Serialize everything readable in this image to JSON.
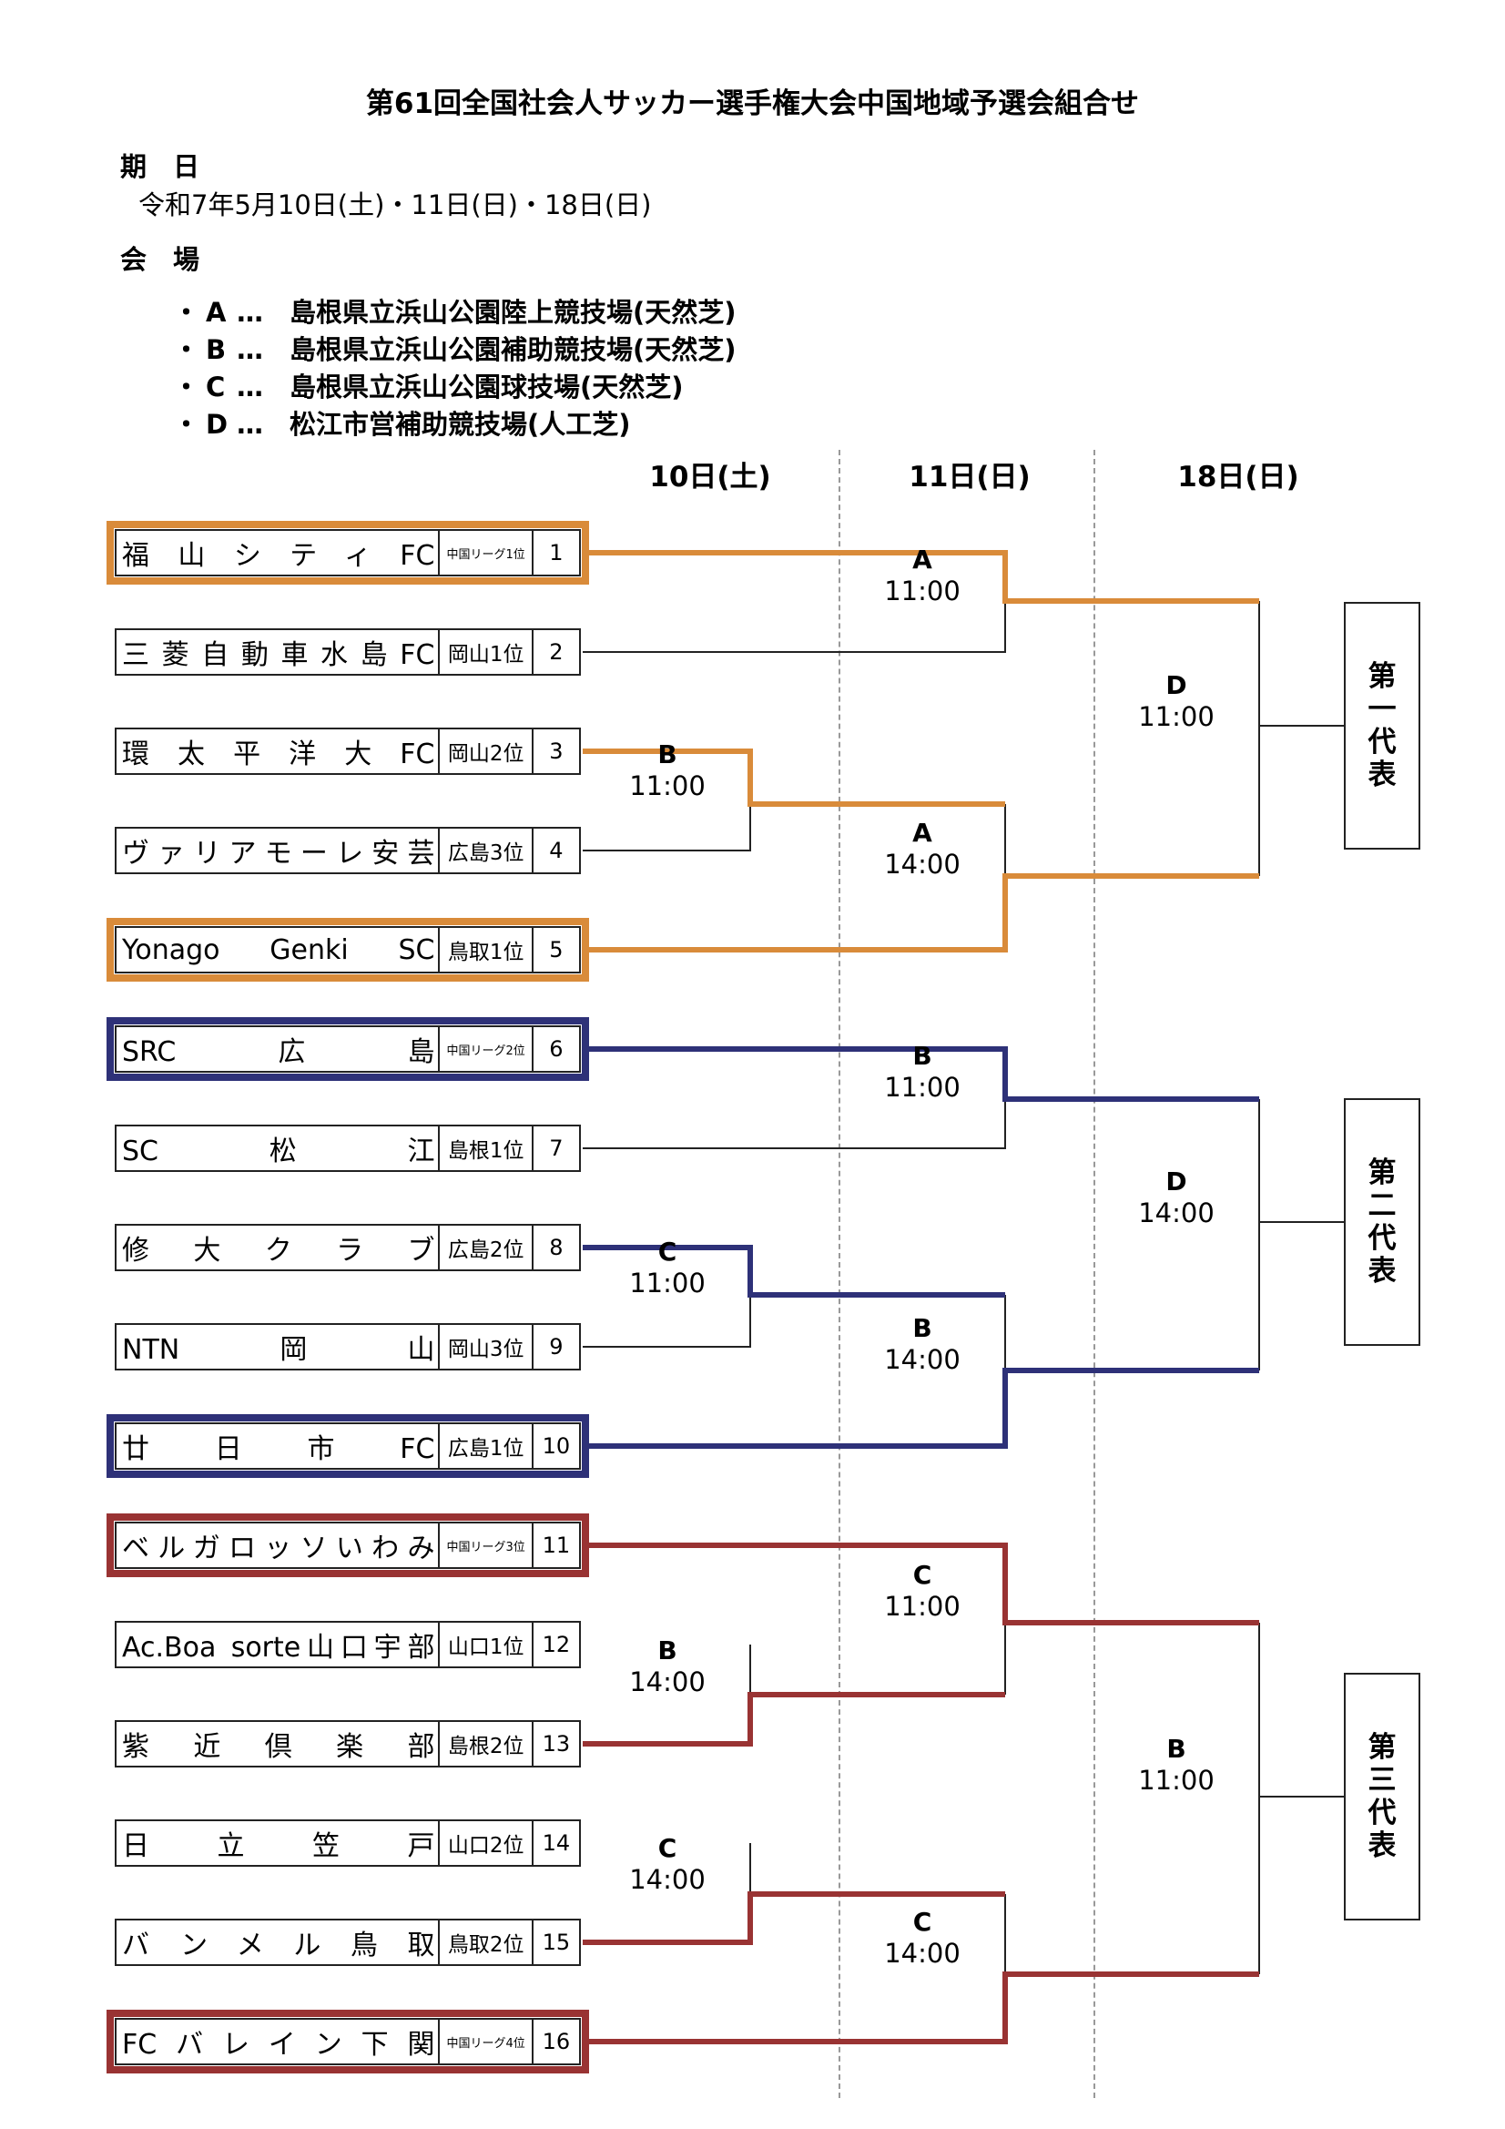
{
  "title": "第61回全国社会人サッカー選手権大会中国地域予選会組合せ",
  "dates": {
    "label": "期　日",
    "value": "令和7年5月10日(土)・11日(日)・18日(日)"
  },
  "venues": {
    "label": "会　場",
    "items": [
      {
        "letter": "A",
        "name": "島根県立浜山公園陸上競技場(天然芝)"
      },
      {
        "letter": "B",
        "name": "島根県立浜山公園補助競技場(天然芝)"
      },
      {
        "letter": "C",
        "name": "島根県立浜山公園球技場(天然芝)"
      },
      {
        "letter": "D",
        "name": "松江市営補助競技場(人工芝)"
      }
    ]
  },
  "day_headers": [
    "10日(土)",
    "11日(日)",
    "18日(日)"
  ],
  "teams": [
    {
      "name": "福山シティFC",
      "qual": "中国リーグ1位",
      "seed": "1"
    },
    {
      "name": "三菱自動車水島FC",
      "qual": "岡山1位",
      "seed": "2"
    },
    {
      "name": "環太平洋大FC",
      "qual": "岡山2位",
      "seed": "3"
    },
    {
      "name": "ヴァリアモーレ安芸",
      "qual": "広島3位",
      "seed": "4"
    },
    {
      "name": "Yonago Genki SC",
      "qual": "鳥取1位",
      "seed": "5"
    },
    {
      "name": "SRC広島",
      "qual": "中国リーグ2位",
      "seed": "6"
    },
    {
      "name": "SC松江",
      "qual": "島根1位",
      "seed": "7"
    },
    {
      "name": "修大クラブ",
      "qual": "広島2位",
      "seed": "8"
    },
    {
      "name": "NTN岡山",
      "qual": "岡山3位",
      "seed": "9"
    },
    {
      "name": "廿日市FC",
      "qual": "広島1位",
      "seed": "10"
    },
    {
      "name": "ベルガロッソいわみ",
      "qual": "中国リーグ3位",
      "seed": "11"
    },
    {
      "name": "Ac.Boa sorte山口宇部",
      "qual": "山口1位",
      "seed": "12"
    },
    {
      "name": "紫近倶楽部",
      "qual": "島根2位",
      "seed": "13"
    },
    {
      "name": "日立笠戸",
      "qual": "山口2位",
      "seed": "14"
    },
    {
      "name": "バンメル鳥取",
      "qual": "鳥取2位",
      "seed": "15"
    },
    {
      "name": "FCバレイン下関",
      "qual": "中国リーグ4位",
      "seed": "16"
    }
  ],
  "matches": [
    {
      "venue": "A",
      "time": "11:00"
    },
    {
      "venue": "B",
      "time": "11:00"
    },
    {
      "venue": "A",
      "time": "14:00"
    },
    {
      "venue": "D",
      "time": "11:00"
    },
    {
      "venue": "B",
      "time": "11:00"
    },
    {
      "venue": "C",
      "time": "11:00"
    },
    {
      "venue": "B",
      "time": "14:00"
    },
    {
      "venue": "D",
      "time": "14:00"
    },
    {
      "venue": "C",
      "time": "11:00"
    },
    {
      "venue": "B",
      "time": "14:00"
    },
    {
      "venue": "C",
      "time": "14:00"
    },
    {
      "venue": "C",
      "time": "14:00"
    },
    {
      "venue": "B",
      "time": "11:00"
    }
  ],
  "representatives": [
    "第一代表",
    "第二代表",
    "第三代表"
  ],
  "colors": {
    "group1": "#d98b3a",
    "group2": "#2e3178",
    "group3": "#993333",
    "line": "#222222"
  }
}
